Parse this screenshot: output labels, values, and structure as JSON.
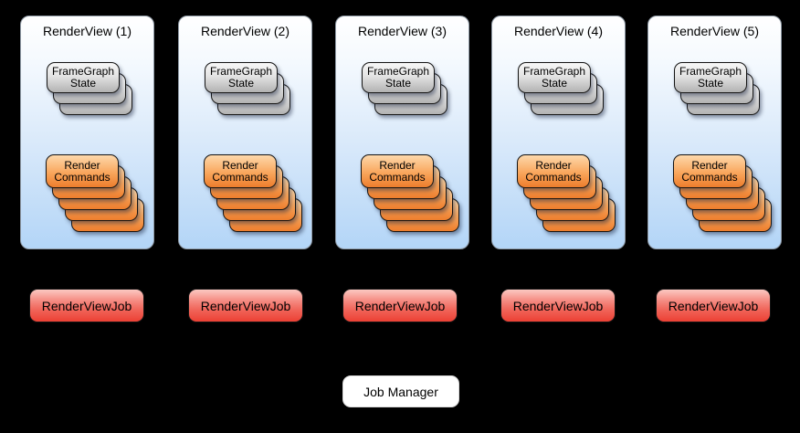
{
  "diagram": {
    "background_color": "#000000",
    "colors": {
      "panel_gradient_top": "#ffffff",
      "panel_gradient_bottom": "#b3d5f7",
      "gray_card_top": "#f7f7f7",
      "gray_card_bottom": "#b2b2b2",
      "orange_card_top": "#fdd8ab",
      "orange_card_bottom": "#ed7d2c",
      "job_red_top": "#fcc9c2",
      "job_red_bottom": "#ec4034",
      "job_manager_fill": "#ffffff",
      "text_color": "#000000"
    }
  },
  "labels": {
    "framegraph_state": "FrameGraph\nState",
    "render_commands": "Render\nCommands"
  },
  "panels": [
    {
      "title": "RenderView (1)",
      "job_label": "RenderViewJob",
      "framegraph_card_count": 3,
      "render_command_card_count": 5
    },
    {
      "title": "RenderView (2)",
      "job_label": "RenderViewJob",
      "framegraph_card_count": 3,
      "render_command_card_count": 5
    },
    {
      "title": "RenderView (3)",
      "job_label": "RenderViewJob",
      "framegraph_card_count": 3,
      "render_command_card_count": 5
    },
    {
      "title": "RenderView (4)",
      "job_label": "RenderViewJob",
      "framegraph_card_count": 3,
      "render_command_card_count": 5
    },
    {
      "title": "RenderView (5)",
      "job_label": "RenderViewJob",
      "framegraph_card_count": 3,
      "render_command_card_count": 5
    }
  ],
  "job_manager": {
    "label": "Job Manager"
  }
}
